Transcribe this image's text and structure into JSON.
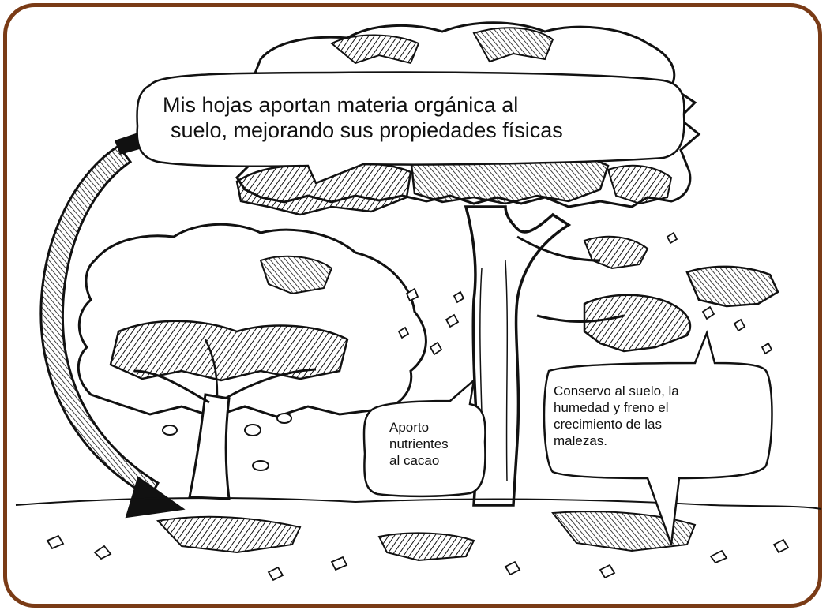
{
  "colors": {
    "frame": "#7a3b16",
    "ink": "#111111",
    "background": "#ffffff"
  },
  "bubbles": {
    "leaves": {
      "line1": "Mis hojas  aportan materia orgánica al",
      "line2": "suelo, mejorando sus propiedades físicas"
    },
    "nutrients": {
      "line1": "Aporto",
      "line2": "nutrientes",
      "line3": "al cacao"
    },
    "mulch": {
      "line1": "Conservo al suelo, la",
      "line2": "humedad y freno el",
      "line3": "crecimiento de las",
      "line4": "malezas."
    }
  },
  "icons": [
    "tall-shade-tree-icon",
    "cacao-tree-icon",
    "leaf-litter-icon",
    "falling-leaves-icon",
    "curved-arrow-icon"
  ]
}
